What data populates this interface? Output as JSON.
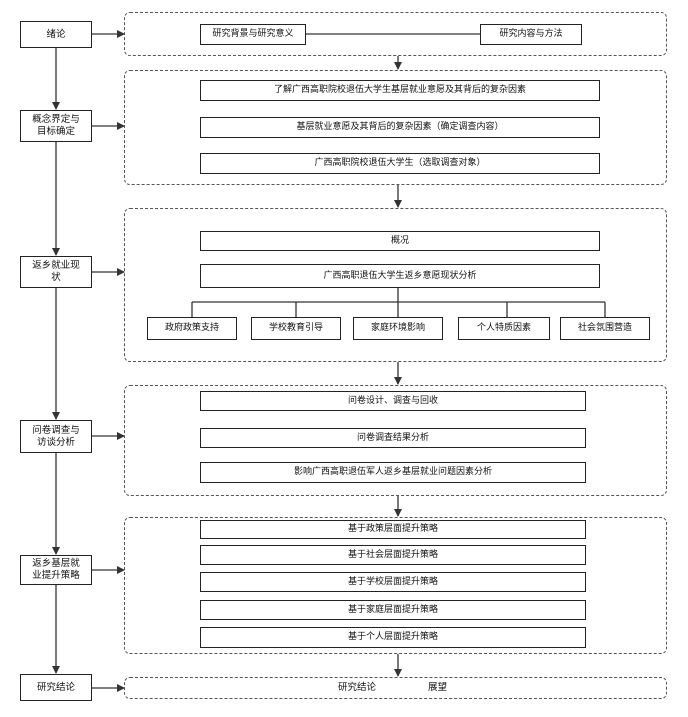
{
  "left_steps": [
    "绪论",
    "概念界定与\n目标确定",
    "返乡就业现\n状",
    "问卷调查与\n访谈分析",
    "返乡基层就\n业提升策略",
    "研究结论"
  ],
  "section1": [
    "研究背景与研究意义",
    "研究内容与方法"
  ],
  "section2": [
    "了解广西高职院校退伍大学生基层就业意愿及其背后的复杂因素",
    "基层就业意愿及其背后的复杂因素（确定调查内容）",
    "广西高职院校退伍大学生（选取调查对象）"
  ],
  "section3": {
    "overview": "概况",
    "analysis": "广西高职退伍大学生返乡意愿现状分析",
    "factors": [
      "政府政策支持",
      "学校教育引导",
      "家庭环境影响",
      "个人特质因素",
      "社会氛围营造"
    ]
  },
  "section4": [
    "问卷设计、调查与回收",
    "问卷调查结果分析",
    "影响广西高职退伍军人返乡基层就业问题因素分析"
  ],
  "section5": [
    "基于政策层面提升策略",
    "基于社会层面提升策略",
    "基于学校层面提升策略",
    "基于家庭层面提升策略",
    "基于个人层面提升策略"
  ],
  "section6": [
    "研究结论",
    "展望"
  ]
}
